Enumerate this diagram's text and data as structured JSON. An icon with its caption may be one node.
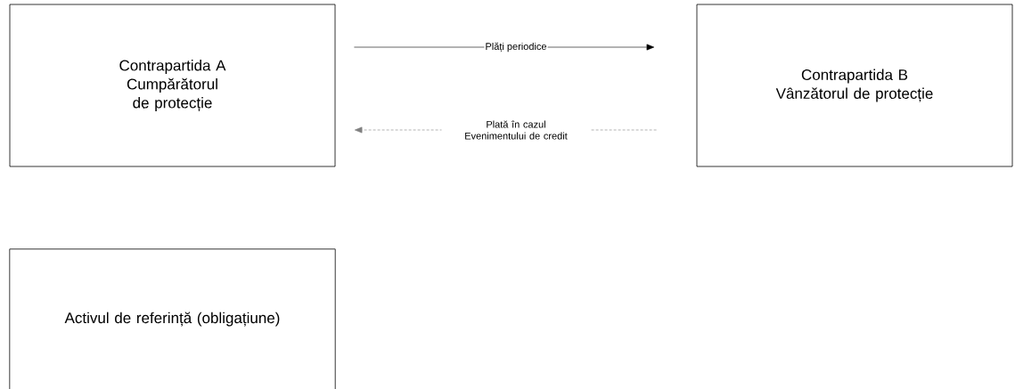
{
  "diagram": {
    "nodes": [
      {
        "text": [
          "Contrapartida A Cumpărătorul de protecție"
        ]
      },
      {
        "text": [
          "Contrapartida B Vânzătorul de protecție"
        ]
      },
      {
        "text": [
          "Activul de referință (obligațiune)"
        ]
      }
    ],
    "edges": [
      {
        "from": 0,
        "to": 1,
        "arrow": "to",
        "label": "Plăți periodice"
      },
      {
        "from": 1,
        "to": 0,
        "arrow": "to",
        "label": "Plată în cazul Evenimentului de credit",
        "style": "dashed",
        "color": "#808080"
      }
    ]
  }
}
